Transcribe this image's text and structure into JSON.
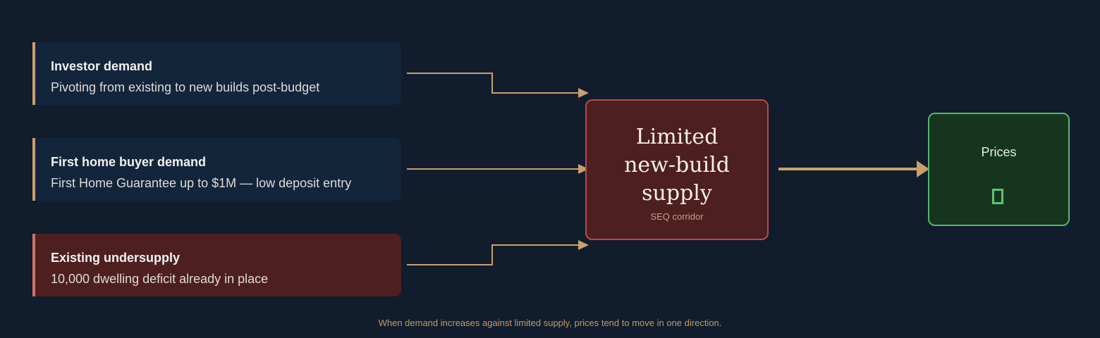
{
  "drivers": [
    {
      "title": "Investor demand",
      "description": "Pivoting from existing to new builds post-budget"
    },
    {
      "title": "First home buyer demand",
      "description": "First Home Guarantee up to $1M — low deposit entry"
    },
    {
      "title": "Existing undersupply",
      "description": "10,000 dwelling deficit already in place"
    }
  ],
  "center": {
    "line1": "Limited",
    "line2": "new-build",
    "line3": "supply",
    "subtitle": "SEQ corridor"
  },
  "result": {
    "label": "Prices",
    "icon": "up-arrow-icon"
  },
  "caption": "When demand increases against limited supply, prices tend to move in one direction.",
  "colors": {
    "background": "#111d2c",
    "card_blue": "#13253a",
    "card_red": "#4e1f1f",
    "accent_gold": "#c9a06f",
    "accent_red": "#b54b4d",
    "accent_green": "#55b86b"
  }
}
